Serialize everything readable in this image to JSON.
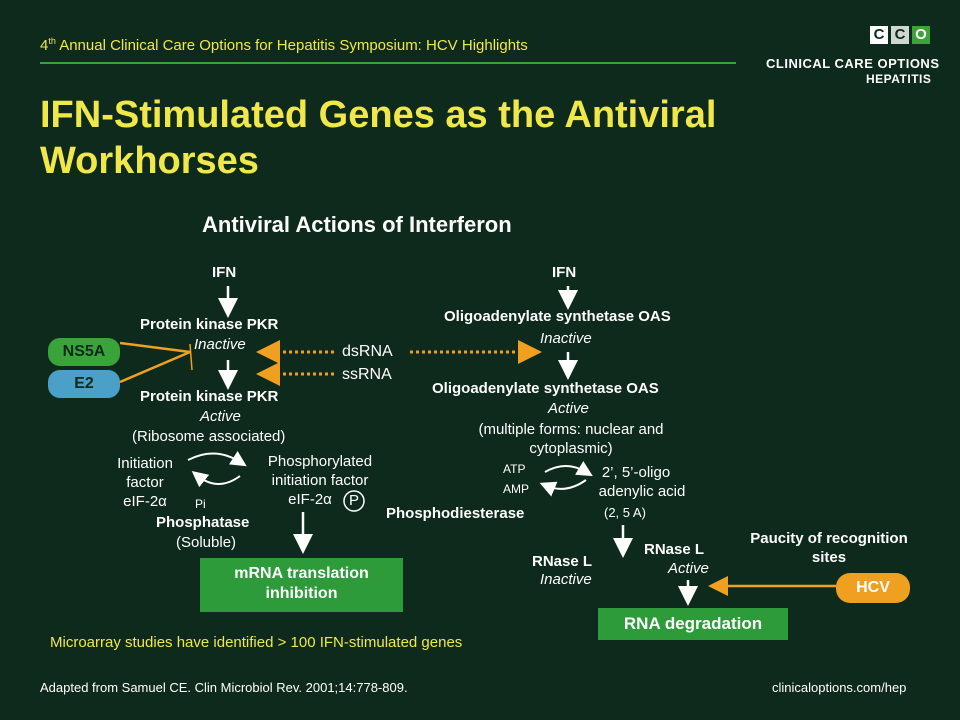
{
  "header": {
    "ordinal": "4",
    "ordinal_suffix": "th",
    "text": " Annual Clinical Care Options for Hepatitis Symposium: HCV Highlights"
  },
  "logo": {
    "letters": [
      "C",
      "C",
      "O"
    ],
    "line1": "CLINICAL CARE OPTIONS",
    "line2": "HEPATITIS"
  },
  "title": "IFN-Stimulated Genes as the Antiviral Workhorses",
  "diagram": {
    "heading": "Antiviral Actions of Interferon",
    "left": {
      "ifn": "IFN",
      "pkr_inactive_title": "Protein kinase PKR",
      "pkr_inactive_state": "Inactive",
      "pkr_active_title": "Protein kinase PKR",
      "pkr_active_state": "Active",
      "pkr_active_note": "(Ribosome associated)",
      "initiation_factor": [
        "Initiation",
        "factor",
        "eIF-2α"
      ],
      "phosphorylated": [
        "Phosphorylated",
        "initiation factor",
        "eIF-2α"
      ],
      "p_badge": "P",
      "pi": "Pi",
      "phosphatase": "Phosphatase",
      "phosphatase_note": "(Soluble)",
      "outcome": [
        "mRNA translation",
        "inhibition"
      ]
    },
    "inhibitors": {
      "ns5a": "NS5A",
      "e2": "E2"
    },
    "middle": {
      "dsrna": "dsRNA",
      "ssrna": "ssRNA"
    },
    "right": {
      "ifn": "IFN",
      "oas_inactive_title": "Oligoadenylate synthetase OAS",
      "oas_inactive_state": "Inactive",
      "oas_active_title": "Oligoadenylate synthetase OAS",
      "oas_active_state": "Active",
      "oas_active_note": [
        "(multiple forms: nuclear and",
        "cytoplasmic)"
      ],
      "atp": "ATP",
      "amp": "AMP",
      "oligo": [
        "2’, 5’-oligo",
        "adenylic acid"
      ],
      "oligo_abbrev": "(2, 5 A)",
      "phosphodiesterase": "Phosphodiesterase",
      "rnasel_inactive_title": "RNase L",
      "rnasel_inactive_state": "Inactive",
      "rnasel_active_title": "RNase L",
      "rnasel_active_state": "Active",
      "paucity": [
        "Paucity of recognition",
        "sites"
      ],
      "hcv": "HCV",
      "outcome": "RNA degradation"
    }
  },
  "footnote": "Microarray studies have identified > 100 IFN-stimulated genes",
  "citation": "Adapted from Samuel CE. Clin Microbiol Rev. 2001;14:778-809.",
  "url": "clinicaloptions.com/hep",
  "colors": {
    "background": "#0e2a1c",
    "title": "#f0e84a",
    "green": "#2e9b3a",
    "ns5a": "#3aa33a",
    "e2": "#4aa0c8",
    "orange": "#f0a020"
  }
}
